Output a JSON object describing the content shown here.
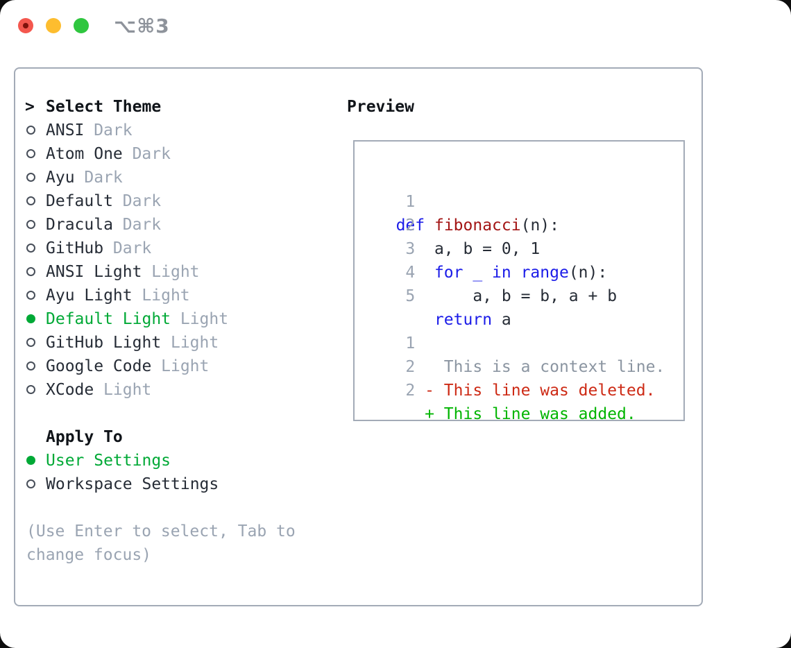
{
  "colors": {
    "accent_green": "#00a936",
    "keyword_blue": "#1b1ce8",
    "function_red": "#a31515",
    "deleted_red": "#cd2a15",
    "added_green": "#00b400",
    "text_dark": "#262c36",
    "muted_gray": "#9aa4b2",
    "context_gray": "#8b95a1",
    "border_gray": "#a3abb7",
    "traffic_red": "#f4574e",
    "traffic_red_dot": "#7f120b",
    "traffic_yellow": "#fdbd2f",
    "traffic_green": "#2fc63f",
    "shortcut_gray": "#8e939b"
  },
  "titlebar": {
    "shortcut": "⌥⌘3"
  },
  "theme_selector": {
    "prompt": ">",
    "title": "Select Theme",
    "items": [
      {
        "name": "ANSI",
        "variant": "Dark",
        "selected": false
      },
      {
        "name": "Atom One",
        "variant": "Dark",
        "selected": false
      },
      {
        "name": "Ayu",
        "variant": "Dark",
        "selected": false
      },
      {
        "name": "Default",
        "variant": "Dark",
        "selected": false
      },
      {
        "name": "Dracula",
        "variant": "Dark",
        "selected": false
      },
      {
        "name": "GitHub",
        "variant": "Dark",
        "selected": false
      },
      {
        "name": "ANSI Light",
        "variant": "Light",
        "selected": false
      },
      {
        "name": "Ayu Light",
        "variant": "Light",
        "selected": false
      },
      {
        "name": "Default Light",
        "variant": "Light",
        "selected": true
      },
      {
        "name": "GitHub Light",
        "variant": "Light",
        "selected": false
      },
      {
        "name": "Google Code",
        "variant": "Light",
        "selected": false
      },
      {
        "name": "XCode",
        "variant": "Light",
        "selected": false
      }
    ]
  },
  "apply_to": {
    "title": "Apply To",
    "options": [
      {
        "label": "User Settings",
        "selected": true
      },
      {
        "label": "Workspace Settings",
        "selected": false
      }
    ]
  },
  "help": {
    "line1": "(Use Enter to select, Tab to",
    "line2": "change focus)"
  },
  "preview": {
    "title": "Preview",
    "lines": [
      {
        "no": "1",
        "tokens": [
          {
            "t": " ",
            "c": "p"
          },
          {
            "t": "def",
            "c": "k"
          },
          {
            "t": " ",
            "c": "p"
          },
          {
            "t": "fibonacci",
            "c": "f"
          },
          {
            "t": "(n):",
            "c": "p"
          }
        ]
      },
      {
        "no": "2",
        "tokens": [
          {
            "t": "     a, b = 0, 1",
            "c": "p"
          }
        ]
      },
      {
        "no": "3",
        "tokens": [
          {
            "t": "     ",
            "c": "p"
          },
          {
            "t": "for _ in range",
            "c": "k"
          },
          {
            "t": "(n):",
            "c": "p"
          }
        ]
      },
      {
        "no": "4",
        "tokens": [
          {
            "t": "         a, b = b, a + b",
            "c": "p"
          }
        ]
      },
      {
        "no": "5",
        "tokens": [
          {
            "t": "     ",
            "c": "p"
          },
          {
            "t": "return",
            "c": "k"
          },
          {
            "t": " a",
            "c": "p"
          }
        ]
      },
      {
        "no": "",
        "tokens": []
      },
      {
        "no": "1",
        "tokens": [
          {
            "t": "      This is a context line.",
            "c": "x"
          }
        ]
      },
      {
        "no": "2",
        "tokens": [
          {
            "t": "    - This line was deleted.",
            "c": "d"
          }
        ]
      },
      {
        "no": "2",
        "tokens": [
          {
            "t": "    + This line was added.",
            "c": "a"
          }
        ]
      }
    ]
  }
}
